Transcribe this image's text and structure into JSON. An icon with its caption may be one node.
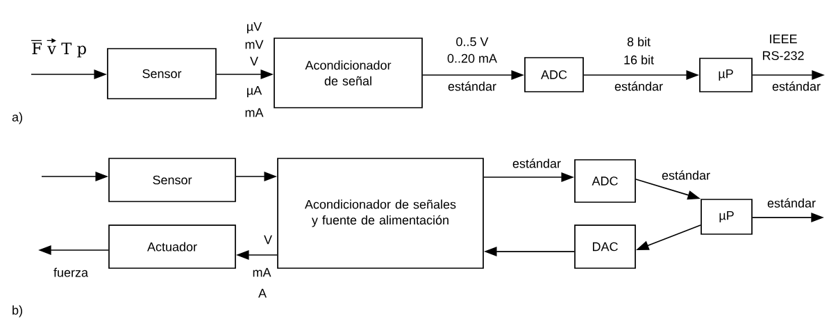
{
  "diagram": {
    "nodes": [
      {
        "text": [
          "Sensor"
        ]
      },
      {
        "text": [
          "Acondicionador de señal"
        ]
      },
      {
        "text": [
          "ADC"
        ]
      },
      {
        "text": [
          "µP"
        ]
      },
      {
        "text": [
          "Sensor"
        ]
      },
      {
        "text": [
          "Acondicionador de señales y fuente de alimentación"
        ]
      },
      {
        "text": [
          "Actuador"
        ]
      },
      {
        "text": [
          "ADC"
        ]
      },
      {
        "text": [
          "µP"
        ]
      },
      {
        "text": [
          "DAC"
        ]
      }
    ],
    "edges": [
      {
        "from": null,
        "to": 0,
        "arrow": "to",
        "label": "F v T p"
      },
      {
        "from": 0,
        "to": 1,
        "arrow": "to"
      },
      {
        "from": 1,
        "to": 2,
        "arrow": "to",
        "label": "estándar"
      },
      {
        "from": 2,
        "to": 3,
        "arrow": "to",
        "label": "estándar"
      },
      {
        "from": 3,
        "to": null,
        "arrow": "to",
        "label": "estándar"
      },
      {
        "from": null,
        "to": 4,
        "arrow": "to"
      },
      {
        "from": 4,
        "to": 5,
        "arrow": "to"
      },
      {
        "from": 5,
        "to": 7,
        "arrow": "to",
        "label": "estándar"
      },
      {
        "from": 7,
        "to": 8,
        "arrow": "to",
        "label": "estándar"
      },
      {
        "from": 8,
        "to": null,
        "arrow": "to",
        "label": "estándar"
      },
      {
        "from": 8,
        "to": 9,
        "arrow": "to"
      },
      {
        "from": 9,
        "to": 5,
        "arrow": "to"
      },
      {
        "from": 5,
        "to": 6,
        "arrow": "to"
      },
      {
        "from": 6,
        "to": null,
        "arrow": "to",
        "label": "fuerza"
      }
    ],
    "labels": [
      "µV",
      "mV",
      "V",
      "0..5 V",
      "0..20 mA",
      "8 bit",
      "16 bit",
      "IEEE",
      "RS-232",
      "µA",
      "mA",
      "a)",
      "V",
      "mA",
      "A",
      "b)"
    ]
  }
}
